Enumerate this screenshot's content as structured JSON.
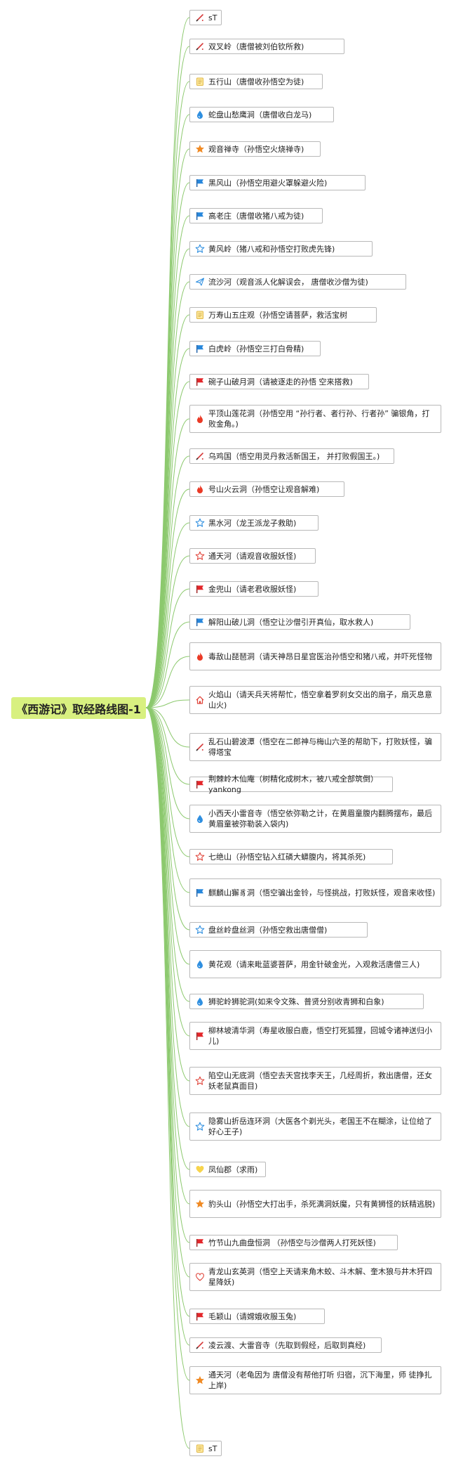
{
  "root": {
    "title": "《西游记》取经路线图-1"
  },
  "colors": {
    "edge": "#8cc96e",
    "root_bg": "#d8f080",
    "node_border": "#b9b9b9"
  },
  "nodes": [
    {
      "text": "sT",
      "icon": "pencil-icon"
    },
    {
      "text": "双叉岭（唐僧被刘伯钦所救)",
      "icon": "pencil-icon"
    },
    {
      "text": "五行山（唐僧收孙悟空为徒)",
      "icon": "note-icon"
    },
    {
      "text": "蛇盘山愁鹰涧（唐僧收白龙马)",
      "icon": "drop-icon"
    },
    {
      "text": "观音禅寺（孙悟空火烧禅寺)",
      "icon": "orange-star-icon"
    },
    {
      "text": "黑风山（孙悟空用避火罩躲避火险)",
      "icon": "blue-flag-icon"
    },
    {
      "text": "高老庄（唐僧收猪八戒为徒)",
      "icon": "blue-flag-icon"
    },
    {
      "text": "黄风岭（猪八戒和孙悟空打败虎先锋)",
      "icon": "blue-star-outline-icon"
    },
    {
      "text": "流沙河（观音派人化解误会， 唐僧收沙僧为徒)",
      "icon": "paper-plane-icon"
    },
    {
      "text": "万寿山五庄观（孙悟空请菩萨，救活宝树",
      "icon": "note-icon"
    },
    {
      "text": "白虎岭（孙悟空三打白骨精)",
      "icon": "blue-flag-icon"
    },
    {
      "text": "碗子山破月洞（请被逐走的孙悟 空来搭救)",
      "icon": "red-flag-icon"
    },
    {
      "text": "平顶山莲花洞（孙悟空用 “孙行者、者行孙、行者孙” 骗银角，打败金角。)",
      "icon": "flame-icon"
    },
    {
      "text": "乌鸡国（悟空用灵丹救活新国王， 并打败假国王。)",
      "icon": "pencil-icon"
    },
    {
      "text": "号山火云洞（孙悟空让观音解难)",
      "icon": "flame-icon"
    },
    {
      "text": "黑水河（龙王派龙子救助)",
      "icon": "blue-star-outline-icon"
    },
    {
      "text": "通天河（请观音收服妖怪)",
      "icon": "red-star-outline-icon"
    },
    {
      "text": "金兜山（请老君收服妖怪)",
      "icon": "red-flag-icon"
    },
    {
      "text": "解阳山破儿洞（悟空让沙僧引开真仙，取水救人)",
      "icon": "blue-flag-icon"
    },
    {
      "text": "毒敌山琵琶洞（请天神昂日星宫医治孙悟空和猪八戒，并吓死怪物",
      "icon": "flame-icon"
    },
    {
      "text": "火焰山（请天兵天将帮忙，悟空拿着罗刹女交出的扇子，扇灭息意山火)",
      "icon": "home-icon"
    },
    {
      "text": "乱石山碧波潭（悟空在二郎神与梅山六圣的帮助下，打败妖怪，骗得塔宝",
      "icon": "pencil-icon"
    },
    {
      "text": "荆棘岭木仙庵（树精化成树木，被八戒全部筑倒）yankong",
      "icon": "red-flag-icon"
    },
    {
      "text": "小西天小雷音寺（悟空依弥勒之计，在黄眉童腹内翻腾摆布，最后黄眉童被弥勒装入袋内)",
      "icon": "drop-icon"
    },
    {
      "text": "七绝山（孙悟空钻入红磷大蟒腹内，将其杀死)",
      "icon": "red-star-outline-icon"
    },
    {
      "text": "麒麟山獬豸洞（悟空骗出金铃，与怪挑战，打败妖怪，观音来收怪)",
      "icon": "blue-flag-icon"
    },
    {
      "text": "盘丝岭盘丝洞（孙悟空救出唐僧僧)",
      "icon": "blue-star-outline-icon"
    },
    {
      "text": "黄花观（请来毗蓝婆菩萨，用金针破金光，入观救活唐僧三人)",
      "icon": "drop-icon"
    },
    {
      "text": "狮驼岭狮驼洞(如来令文殊、普贤分别收青狮和白象)",
      "icon": "drop-icon"
    },
    {
      "text": "柳林坡清华洞（寿星收服白鹿，悟空打死狐狸，回城令诸神送归小儿)",
      "icon": "red-flag-icon"
    },
    {
      "text": "陷空山无底洞（悟空去天宫找李天王，几经周折，救出唐僧，还女妖老鼠真面目)",
      "icon": "red-star-outline-icon"
    },
    {
      "text": "隐雾山折岳连环洞（大医各个剃光头，老国王不在糊涂，让位给了好心王子)",
      "icon": "blue-star-outline-icon"
    },
    {
      "text": "凤仙郡（求雨)",
      "icon": "heart-yellow-icon"
    },
    {
      "text": "豹头山（孙悟空大打出手，杀死满洞妖魔，只有黄狮怪的妖精逃脱)",
      "icon": "orange-star-icon"
    },
    {
      "text": "竹节山九曲盘恒洞 （孙悟空与沙僧两人打死妖怪)",
      "icon": "red-flag-icon"
    },
    {
      "text": "青龙山玄英洞（悟空上天请来角木蛟、斗木解、奎木狼与井木犴四星降妖)",
      "icon": "heart-outline-icon"
    },
    {
      "text": "毛颖山（请嫦娥收服玉兔)",
      "icon": "red-flag-icon"
    },
    {
      "text": "凌云渡、大雷音寺（先取到假经，后取到真经)",
      "icon": "pencil-icon"
    },
    {
      "text": "通天河（老龟因为 唐僧没有帮他打听 归宿，沉下海里，师 徒挣扎上岸)",
      "icon": "orange-star-icon"
    },
    {
      "text": "sT",
      "icon": "note-icon"
    }
  ]
}
